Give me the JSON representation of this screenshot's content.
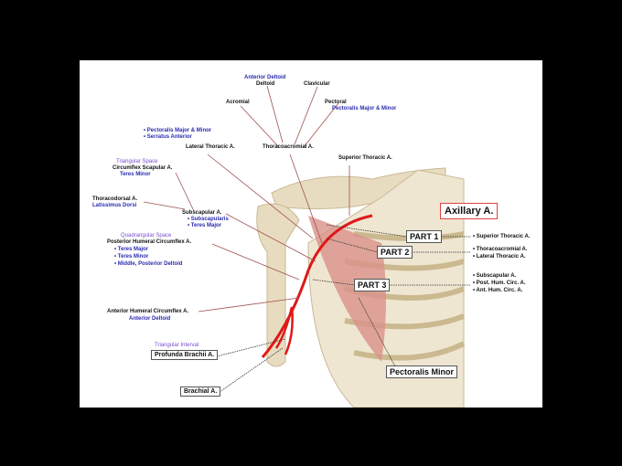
{
  "labels": {
    "anterior_deltoid_top": "Anterior Deltoid",
    "deltoid": "Deltoid",
    "clavicular": "Clavicular",
    "acromial": "Acromial",
    "pectoral": "Pectoral",
    "pectoral_muscles": "Pectoralis Major & Minor",
    "lat_thor_muscles": [
      "• Pectoralis Major & Minor",
      "• Serratus Anterior"
    ],
    "lateral_thoracic": "Lateral Thoracic A.",
    "thoracoacromial": "Thoracoacromial A.",
    "superior_thoracic": "Superior Thoracic A.",
    "triangular_space": "Triangular Space",
    "circumflex_scapular": "Circumflex Scapular A.",
    "teres_minor": "Teres Minor",
    "thoracodorsal": "Thoracodorsal A.",
    "latissimus_dorsi": "Latissimus Dorsi",
    "subscapular": "Subscapular A.",
    "subscapular_muscles": [
      "• Subscapularis",
      "• Teres Major"
    ],
    "quadrangular_space": "Quadrangular Space",
    "posterior_humeral": "Posterior Humeral Circumflex A.",
    "posterior_humeral_muscles": [
      "• Teres Major",
      "• Teres Minor",
      "• Middle, Posterior Deltoid"
    ],
    "anterior_humeral": "Anterior Humeral Circumflex A.",
    "anterior_deltoid": "Anterior Deltoid",
    "triangular_interval": "Triangular Interval",
    "profunda_brachii": "Profunda Brachii A.",
    "brachial": "Brachial A.",
    "axillary": "Axillary A.",
    "part1": "PART 1",
    "part2": "PART 2",
    "part3": "PART 3",
    "pectoralis_minor": "Pectoralis Minor"
  },
  "branches": {
    "part1": [
      "• Superior Thoracic A."
    ],
    "part2": [
      "• Thoracoacromial A.",
      "• Lateral Thoracic A."
    ],
    "part3": [
      "• Subscapular A.",
      "• Post. Hum. Circ. A.",
      "• Ant. Hum. Circ. A."
    ]
  },
  "colors": {
    "artery": "#e01818",
    "text_blue": "#2b2bb0",
    "purple": "#7a4bd0"
  }
}
